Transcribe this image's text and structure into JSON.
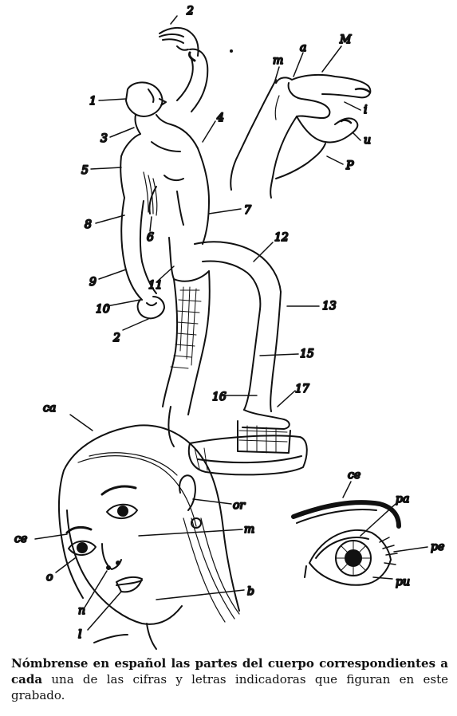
{
  "figure": {
    "body_labels": [
      "1",
      "2",
      "3",
      "4",
      "5",
      "6",
      "7",
      "8",
      "9",
      "10",
      "11",
      "12",
      "13",
      "15",
      "16",
      "17",
      "2"
    ],
    "hand_labels": [
      "m",
      "a",
      "M",
      "i",
      "u",
      "P"
    ],
    "face_labels": [
      "ca",
      "ce",
      "or",
      "m",
      "o",
      "n",
      "l",
      "b"
    ],
    "eye_labels": [
      "ce",
      "pa",
      "pe",
      "pu"
    ]
  },
  "caption": {
    "bold_part": "Nómbrense en español las partes del cuerpo correspondientes a cada",
    "rest": " una de las cifras y letras indicadoras que figuran en este grabado."
  }
}
